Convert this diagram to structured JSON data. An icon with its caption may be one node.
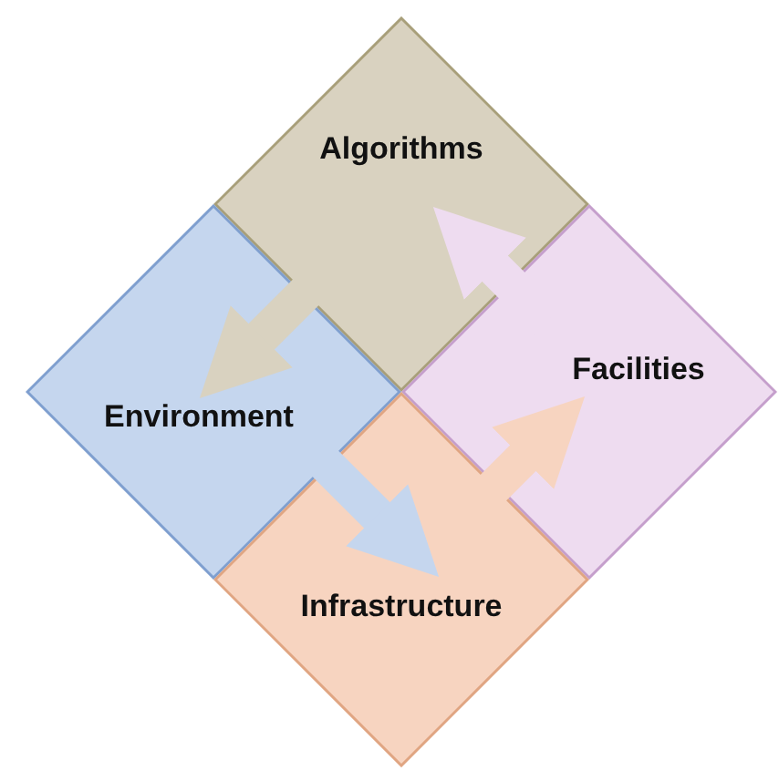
{
  "diagram": {
    "nodes": [
      {
        "text": [
          "Algorithms"
        ]
      },
      {
        "text": [
          "Environment"
        ]
      },
      {
        "text": [
          "Facilities"
        ]
      },
      {
        "text": [
          "Infrastructure"
        ]
      }
    ],
    "edges": [
      {
        "from": 0,
        "to": 1,
        "arrow": "to",
        "color": "#d9d2c0"
      },
      {
        "from": 1,
        "to": 3,
        "arrow": "to",
        "color": "#c5d6ee"
      },
      {
        "from": 3,
        "to": 2,
        "arrow": "to",
        "color": "#f7d4c0"
      },
      {
        "from": 2,
        "to": 0,
        "arrow": "to",
        "color": "#eedcf0"
      }
    ]
  }
}
